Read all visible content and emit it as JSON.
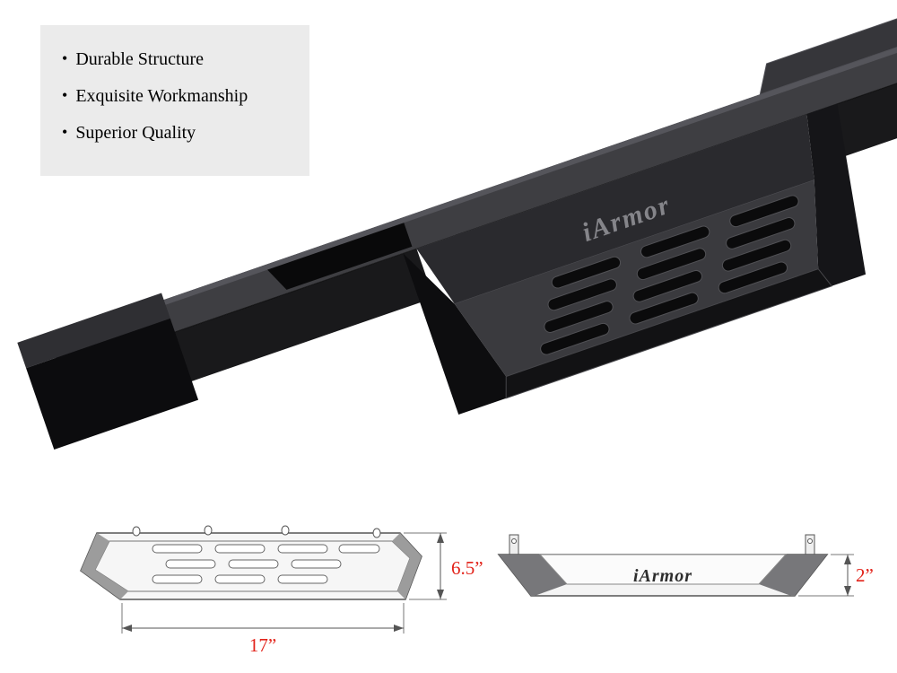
{
  "features": {
    "bullet": "•",
    "items": [
      "Durable Structure",
      "Exquisite Workmanship",
      "Superior Quality"
    ]
  },
  "product": {
    "brand_logo": "iArmor",
    "finish": "textured black"
  },
  "diagrams": {
    "top_view": {
      "width_label": "17”",
      "height_label": "6.5”"
    },
    "side_view": {
      "brand_label": "iArmor",
      "depth_label": "2”"
    }
  },
  "colors": {
    "dimension_text": "#e2231a",
    "feature_box_bg": "#ebebeb",
    "product_black": "#1a1a1c"
  }
}
